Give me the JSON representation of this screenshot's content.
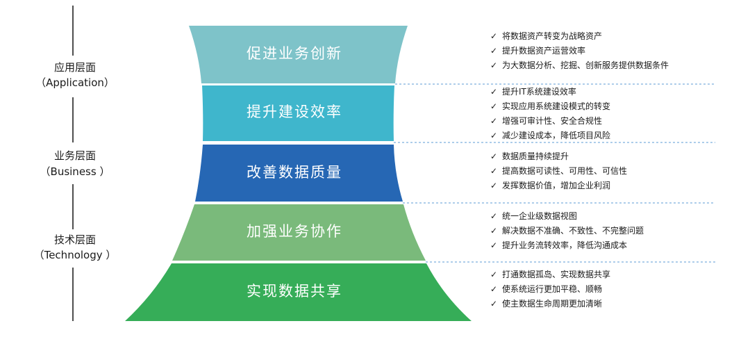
{
  "layers": [
    {
      "name": "应用层面",
      "english": "（Application）"
    },
    {
      "name": "业务层面",
      "english": "（Business ）"
    },
    {
      "name": "技术层面",
      "english": "（Technology ）"
    }
  ],
  "segments": [
    {
      "title": "促进业务创新",
      "color": "#7ec3c9",
      "points": [
        "将数据资产转变为战略资产",
        "提升数据资产运营效率",
        "为大数据分析、挖掘、创新服务提供数据条件"
      ]
    },
    {
      "title": "提升建设效率",
      "color": "#3fb6cc",
      "points": [
        "提升IT系统建设效率",
        "实现应用系统建设模式的转变",
        "增强可审计性、安全合规性",
        "减少建设成本，降低项目风险"
      ]
    },
    {
      "title": "改善数据质量",
      "color": "#2667b4",
      "points": [
        "数据质量持续提升",
        "提高数据可读性、可用性、可信性",
        "发挥数据价值，增加企业利润"
      ]
    },
    {
      "title": "加强业务协作",
      "color": "#7aba7b",
      "points": [
        "统一企业级数据视图",
        "解决数据不准确、不致性、不完整问题",
        "提升业务流转效率，降低沟通成本"
      ]
    },
    {
      "title": "实现数据共享",
      "color": "#36ad58",
      "points": [
        "打通数据孤岛、实现数据共享",
        "使系统运行更加平稳、顺畅",
        "使主数据生命周期更加清晰"
      ]
    }
  ],
  "check_symbol": "✓",
  "colors": {
    "divider": "#5b9bd5",
    "axis": "#222222"
  }
}
